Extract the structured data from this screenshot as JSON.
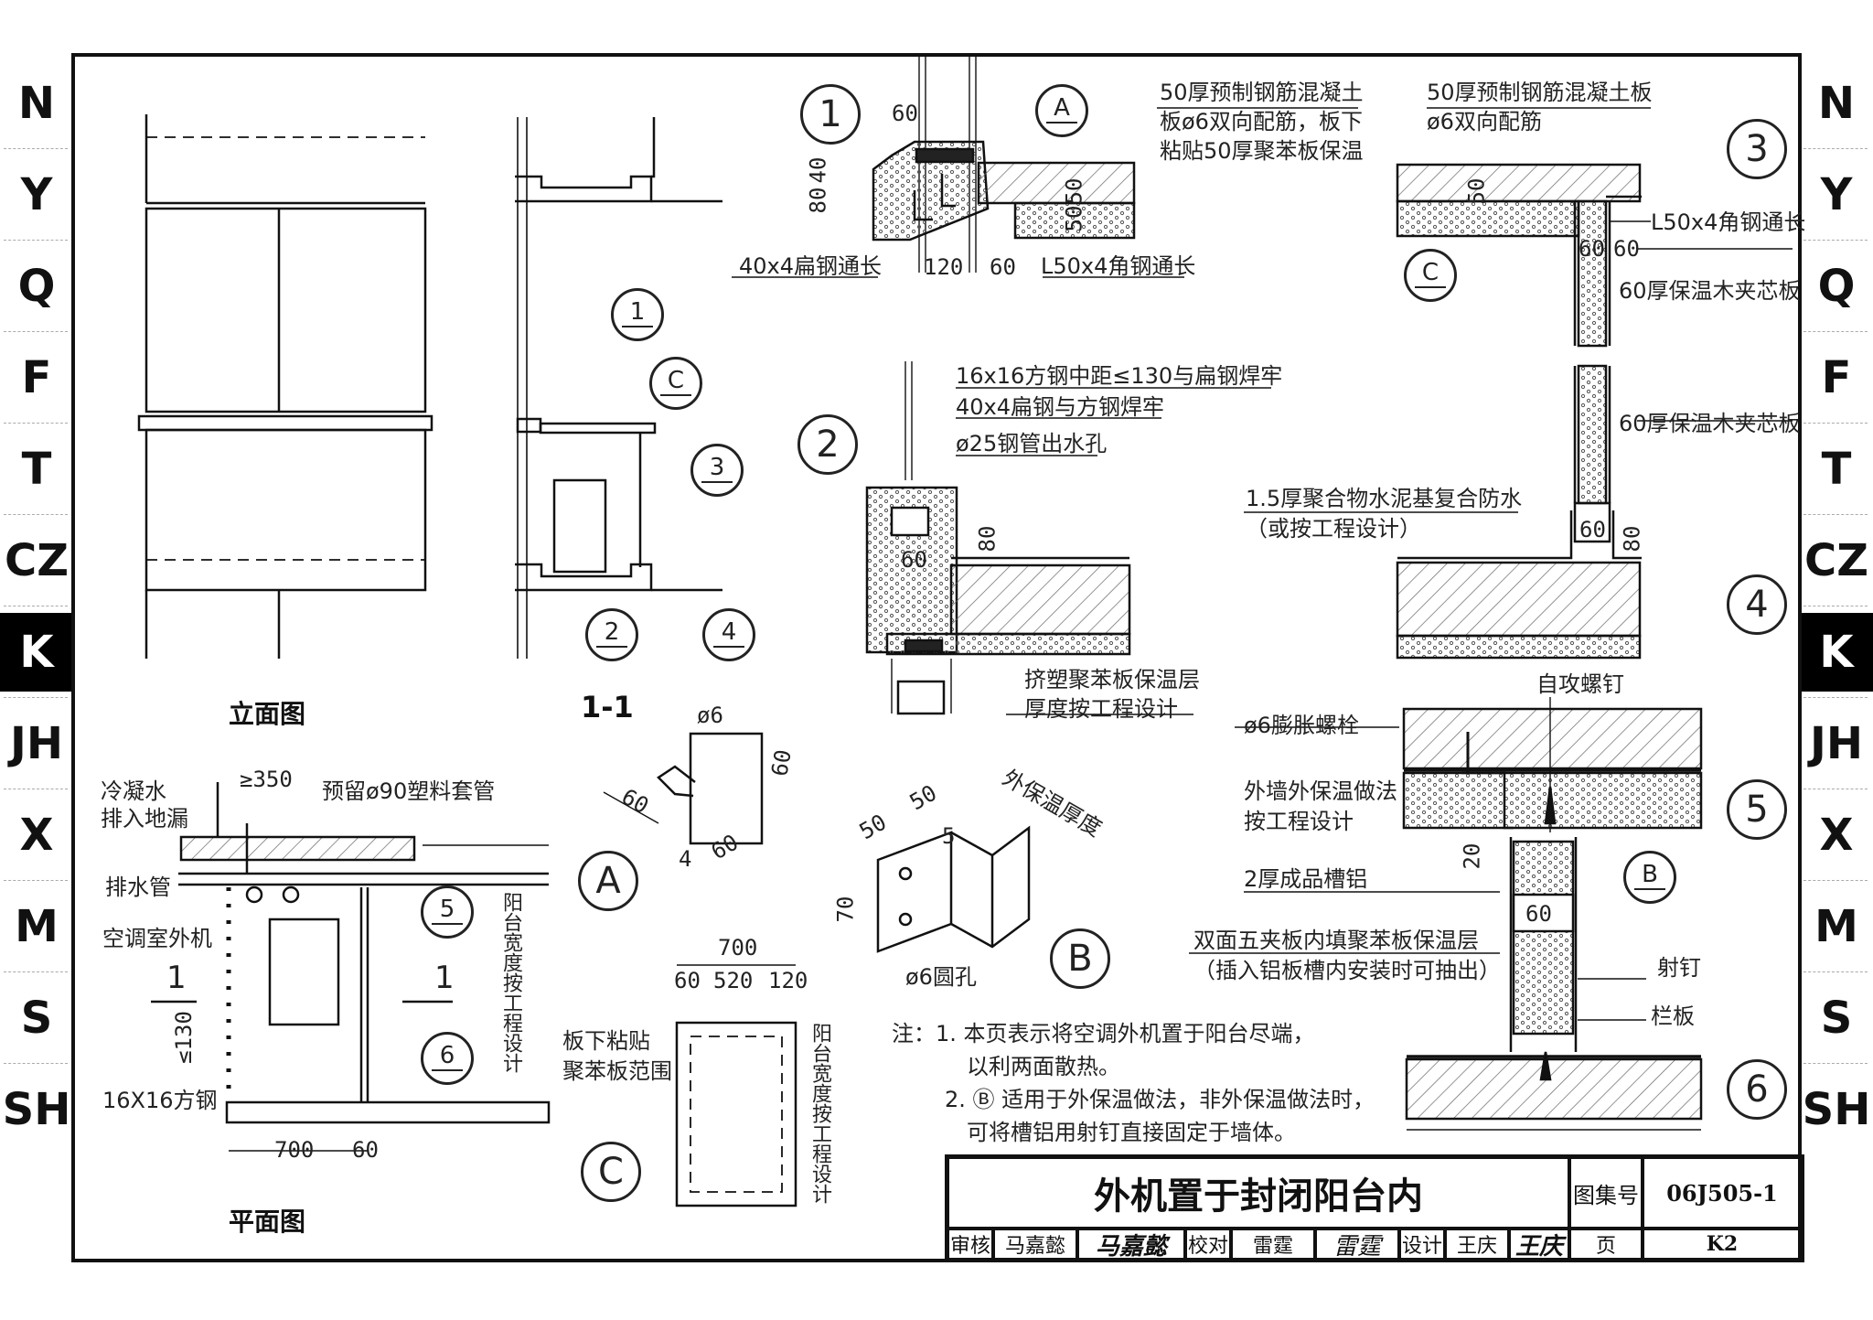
{
  "side_tabs": [
    "N",
    "Y",
    "Q",
    "F",
    "T",
    "CZ",
    "K",
    "JH",
    "X",
    "M",
    "S",
    "SH"
  ],
  "active_tab": "K",
  "elevation": {
    "title": "立面图"
  },
  "section": {
    "title": "1-1",
    "markers": [
      "1",
      "C",
      "3",
      "2",
      "4"
    ]
  },
  "plan": {
    "title": "平面图",
    "label_condensate": "冷凝水",
    "label_condensate2": "排入地漏",
    "label_sleeve": "预留ø90塑料套管",
    "label_drain": "排水管",
    "label_ac": "空调室外机",
    "label_steel": "16X16方钢",
    "label_width": "阳台宽度按工程设计",
    "dim_350": "≥350",
    "dim_130": "≤130",
    "dim_700": "700",
    "dim_60": "60",
    "section_mark": "1",
    "markers": [
      "5",
      "6"
    ]
  },
  "detail_A": {
    "mark": "A",
    "d6": "ø6",
    "d60a": "60",
    "d60b": "60",
    "d60c": "60",
    "d4": "4"
  },
  "detail_B": {
    "mark": "B",
    "d50a": "50",
    "d50b": "50",
    "d5": "5",
    "d70": "70",
    "label_thick": "外保温厚度",
    "label_hole": "ø6圆孔"
  },
  "detail_C": {
    "mark": "C",
    "d700": "700",
    "d60": "60",
    "d520": "520",
    "d120": "120",
    "label_board": "板下粘贴",
    "label_board2": "聚苯板范围",
    "label_width": "阳台宽度按工程设计"
  },
  "detail_1": {
    "mark": "1",
    "sub": "A",
    "label_slab1": "50厚预制钢筋混凝土",
    "label_slab2": "板ø6双向配筋，板下",
    "label_slab3": "粘贴50厚聚苯板保温",
    "label_flat": "40x4扁钢通长",
    "label_angle": "L50x4角钢通长",
    "d60": "60",
    "d80": "80",
    "d40": "40",
    "d120": "120",
    "d60b": "60",
    "d50a": "50",
    "d50b": "50"
  },
  "detail_2": {
    "mark": "2",
    "label_square": "16x16方钢中距≤130与扁钢焊牢",
    "label_flat": "40x4扁钢与方钢焊牢",
    "label_pipe": "ø25钢管出水孔",
    "label_xps1": "挤塑聚苯板保温层",
    "label_xps2": "厚度按工程设计",
    "d80": "80",
    "d60": "60"
  },
  "detail_3": {
    "mark": "3",
    "sub": "C",
    "label_slab1": "50厚预制钢筋混凝土板",
    "label_slab2": "ø6双向配筋",
    "label_angle": "L50x4角钢通长",
    "label_panel": "60厚保温木夹芯板",
    "d50": "50",
    "d60a": "60",
    "d60b": "60"
  },
  "detail_4": {
    "mark": "4",
    "label_panel": "60厚保温木夹芯板",
    "label_wp1": "1.5厚聚合物水泥基复合防水",
    "label_wp2": "（或按工程设计）",
    "d60": "60",
    "d80": "80"
  },
  "detail_5": {
    "mark": "5",
    "sub": "B",
    "label_screw": "自攻螺钉",
    "label_bolt": "ø6膨胀螺栓",
    "label_ext1": "外墙外保温做法",
    "label_ext2": "按工程设计",
    "label_alu": "2厚成品槽铝",
    "d20": "20",
    "d60": "60"
  },
  "detail_6": {
    "mark": "6",
    "label_panel1": "双面五夹板内填聚苯板保温层",
    "label_panel2": "（插入铝板槽内安装时可抽出）",
    "label_nail": "射钉",
    "label_rail": "栏板"
  },
  "notes": {
    "n0": "注：1. 本页表示将空调外机置于阳台尽端，",
    "n1": "以利两面散热。",
    "n2": "2. Ⓑ 适用于外保温做法，非外保温做法时，",
    "n3": "可将槽铝用射钉直接固定于墙体。"
  },
  "title_block": {
    "title": "外机置于封闭阳台内",
    "atlas_label": "图集号",
    "atlas_no": "06J505-1",
    "review_label": "审核",
    "reviewer": "马嘉懿",
    "reviewer_sig": "马嘉懿",
    "check_label": "校对",
    "checker": "雷霆",
    "checker_sig": "雷霆",
    "design_label": "设计",
    "designer": "王庆",
    "designer_sig": "王庆",
    "page_label": "页",
    "page_no": "K2"
  },
  "colors": {
    "ink": "#111111",
    "active_tab_bg": "#000000",
    "hatch": "#555555"
  }
}
